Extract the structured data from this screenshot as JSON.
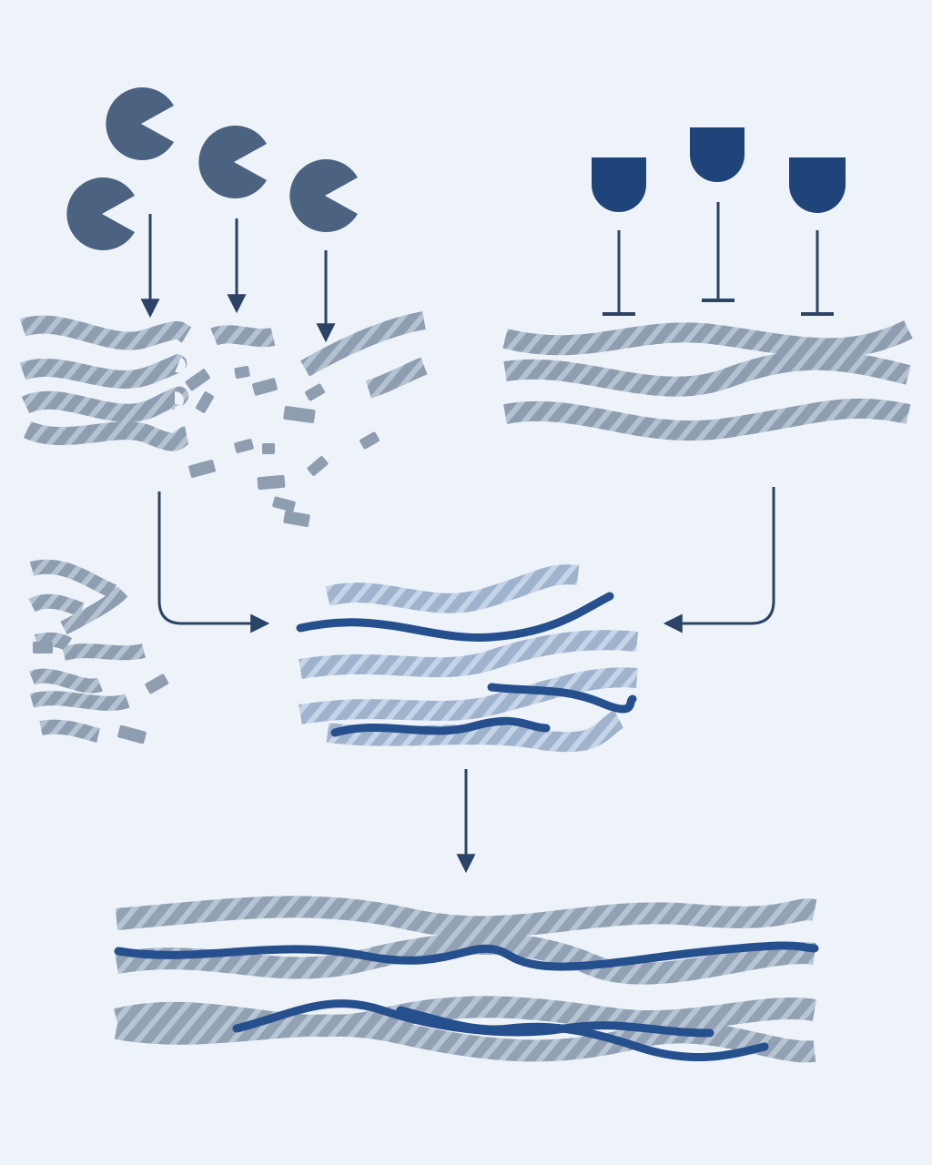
{
  "palette": {
    "background": "#eef3f9",
    "enzyme": "#4b6380",
    "inhibitor": "#1f4479",
    "arrow": "#2b4466",
    "fiber_gray": "#8e9db0",
    "fiber_light": "#a4b8d2",
    "fiber_new": "#254f8d"
  },
  "icons": {
    "enzyme": "pacman-enzyme-icon",
    "inhibitor": "t-bar-inhibitor-icon",
    "arrow": "arrow-icon"
  },
  "panels": {
    "degradation": {
      "enzyme_count": 4,
      "intact_fiber_count": 4
    },
    "protection": {
      "inhibitor_count": 3,
      "fiber_count": 3
    },
    "remodeling": {
      "old_fiber_count": 4,
      "new_fiber_count": 3
    },
    "result": {
      "old_fiber_count": 4,
      "new_fiber_count": 3
    }
  }
}
